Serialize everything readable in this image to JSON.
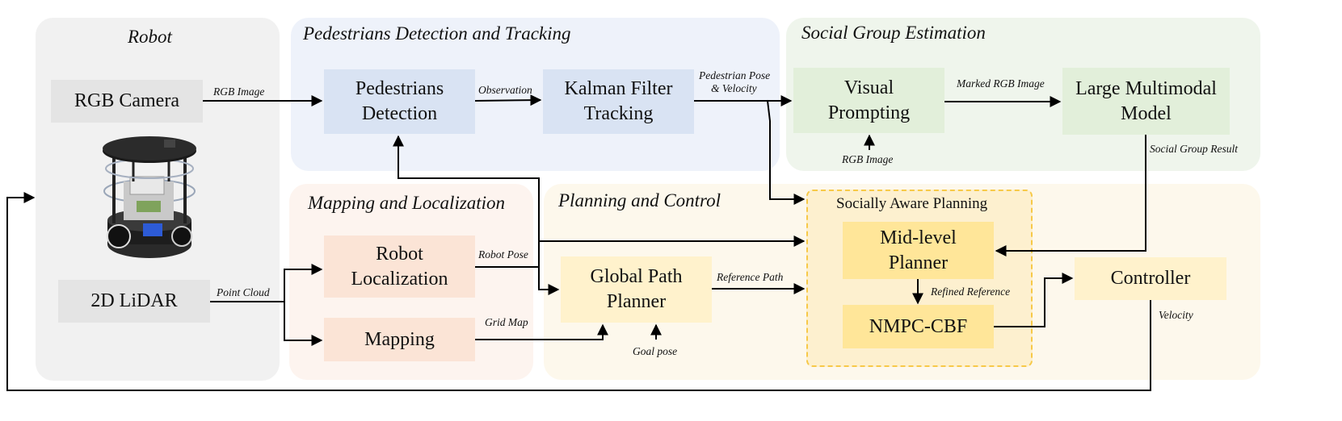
{
  "regions": {
    "robot": "Robot",
    "pedestrians": "Pedestrians Detection and Tracking",
    "social": "Social Group Estimation",
    "mapping": "Mapping and Localization",
    "planning": "Planning and Control",
    "socially_aware": "Socially Aware Planning"
  },
  "boxes": {
    "rgb_camera": "RGB Camera",
    "lidar": "2D LiDAR",
    "ped_detection": "Pedestrians Detection",
    "kalman": "Kalman Filter Tracking",
    "visual_prompting": "Visual Prompting",
    "lmm": "Large Multimodal Model",
    "robot_localization": "Robot Localization",
    "mapping": "Mapping",
    "global_path_planner": "Global Path Planner",
    "mid_level_planner": "Mid-level Planner",
    "nmpc_cbf": "NMPC-CBF",
    "controller": "Controller"
  },
  "labels": {
    "rgb_image_1": "RGB Image",
    "observation": "Observation",
    "pedestrian_pose_1": "Pedestrian Pose",
    "pedestrian_pose_2": "& Velocity",
    "marked_rgb": "Marked RGB Image",
    "rgb_image_2": "RGB Image",
    "social_group_result": "Social Group Result",
    "point_cloud": "Point Cloud",
    "robot_pose": "Robot Pose",
    "grid_map": "Grid Map",
    "reference_path": "Reference Path",
    "goal_pose": "Goal pose",
    "refined_reference": "Refined Reference",
    "velocity": "Velocity"
  },
  "colors": {
    "robot_bg": "#f1f1f1",
    "pedestrians_bg": "#eef2fa",
    "social_bg": "#eff5ec",
    "mapping_bg": "#fdf4ef",
    "planning_bg": "#fdf8ec",
    "gray_box": "#e4e4e4",
    "blue_box": "#d9e3f3",
    "green_box": "#e2efda",
    "orange_box": "#fbe4d6",
    "yellow_box": "#fff2cc",
    "gold_box": "#ffe699",
    "dashed_border": "#f7c948",
    "dashed_fill": "#fdf0cf"
  }
}
